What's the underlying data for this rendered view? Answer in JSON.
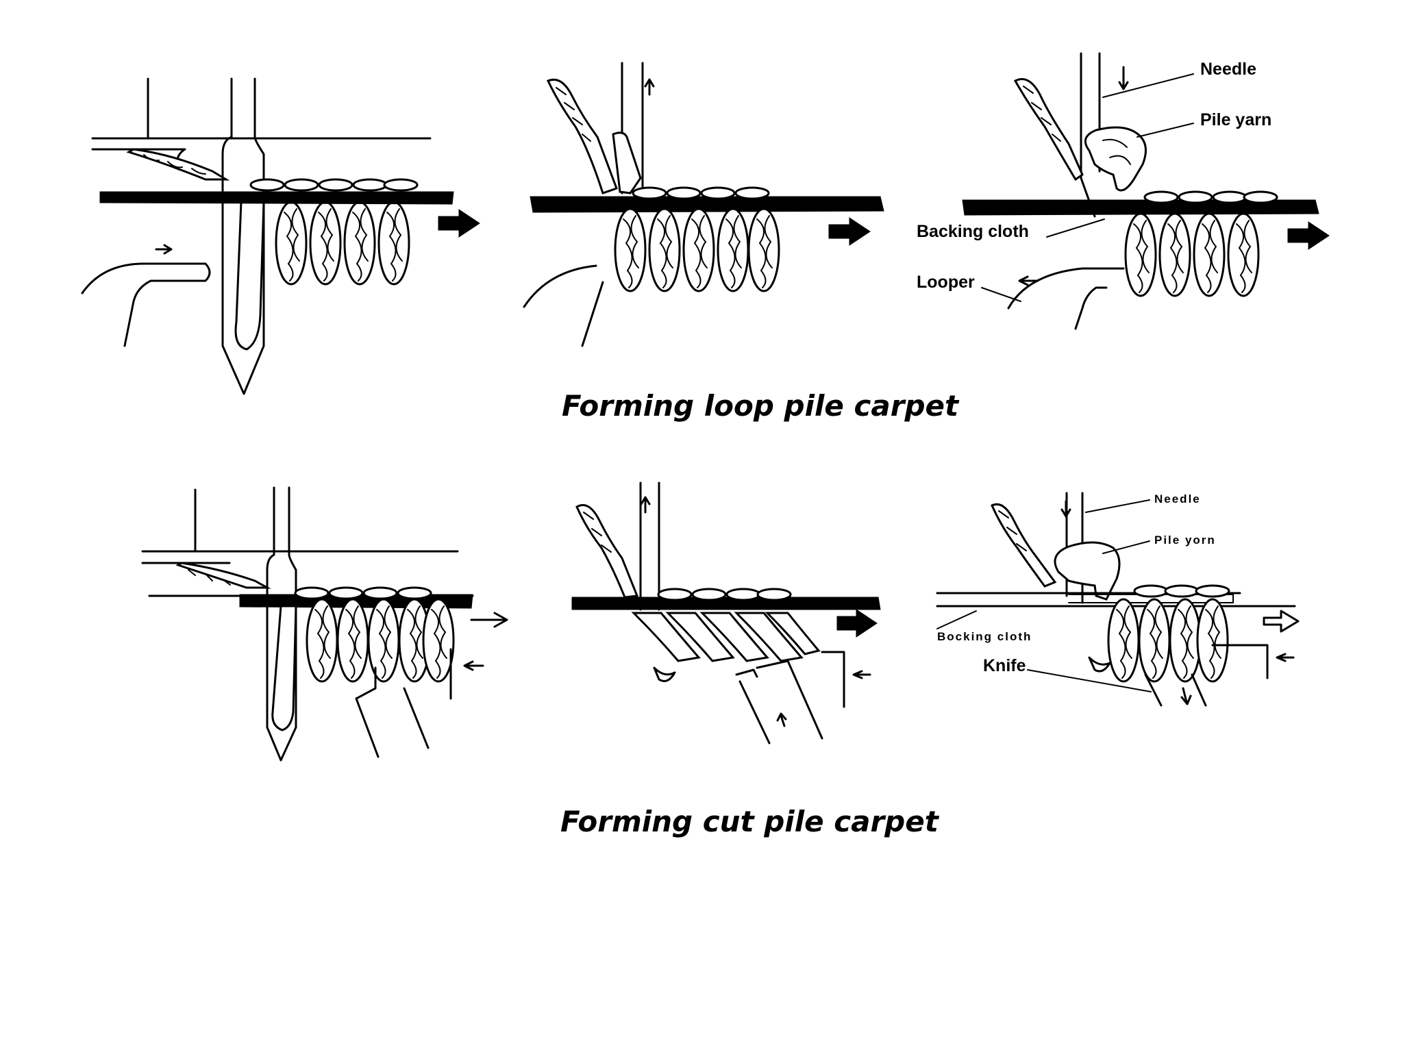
{
  "captions": {
    "loop": "Forming loop pile carpet",
    "cut": "Forming cut pile carpet"
  },
  "labels": {
    "loop": {
      "needle": "Needle",
      "pile_yarn": "Pile yarn",
      "backing_cloth": "Backing cloth",
      "looper": "Looper"
    },
    "cut": {
      "needle": "Needle",
      "pile_yarn": "Pile yorn",
      "backing_cloth": "Bocking cloth",
      "knife": "Knife"
    }
  },
  "colors": {
    "ink": "#000000",
    "background": "#ffffff"
  },
  "icons": [
    "arrow-right-icon",
    "arrow-left-icon",
    "arrow-up-icon",
    "arrow-down-icon"
  ]
}
